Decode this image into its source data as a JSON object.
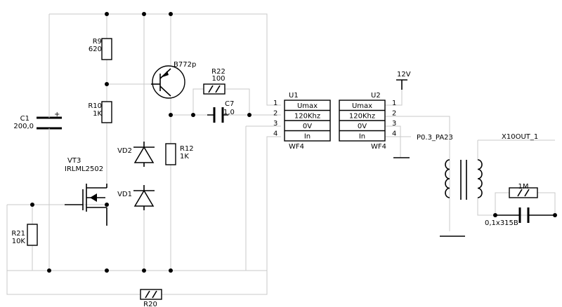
{
  "components": {
    "C1": {
      "ref": "C1",
      "value": "200,0",
      "polarity": "+"
    },
    "R9": {
      "ref": "R9",
      "value": "620"
    },
    "R10": {
      "ref": "R10",
      "value": "1K"
    },
    "R12": {
      "ref": "R12",
      "value": "1K"
    },
    "R20": {
      "ref": "R20",
      "value": ""
    },
    "R21": {
      "ref": "R21",
      "value": "10K"
    },
    "R22": {
      "ref": "R22",
      "value": "100"
    },
    "R1M": {
      "ref": "",
      "value": "1M"
    },
    "C7": {
      "ref": "C7",
      "value": "1,0"
    },
    "Cout": {
      "ref": "",
      "value": "0,1x315B"
    },
    "Q1": {
      "ref": "",
      "value": "B772p"
    },
    "VT3": {
      "ref": "VT3",
      "value": "IRLML2502"
    },
    "VD1": {
      "ref": "VD1"
    },
    "VD2": {
      "ref": "VD2"
    }
  },
  "connectors": {
    "U1": {
      "ref": "U1",
      "type": "WF4",
      "pins": [
        "1",
        "2",
        "3",
        "4"
      ],
      "signals": [
        "Umax",
        "120Khz",
        "0V",
        "In"
      ]
    },
    "U2": {
      "ref": "U2",
      "type": "WF4",
      "pins": [
        "1",
        "2",
        "3",
        "4"
      ],
      "signals": [
        "Umax",
        "120Khz",
        "0V",
        "In"
      ]
    }
  },
  "nets": {
    "supply": "12V",
    "pa23": "P0.3_PA23",
    "output": "X10OUT_1"
  },
  "colors": {
    "wire": "#c8c8c8",
    "component": "#000000",
    "background": "#ffffff"
  }
}
